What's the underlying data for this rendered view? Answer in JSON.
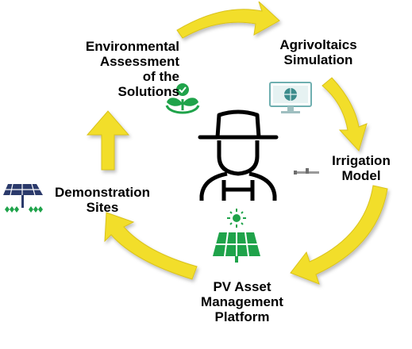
{
  "colors": {
    "arrow_fill": "#F2DE2C",
    "arrow_stroke": "#D9C21A",
    "accent_green": "#1FA34A",
    "person": "#000000",
    "panel_navy": "#2B3A6B"
  },
  "nodes": {
    "environmental": {
      "label": "Environmental\nAssessment\nof the\nSolutions",
      "icon": "eco-plant-check-icon"
    },
    "agrivoltaics": {
      "label": "Agrivoltaics\nSimulation",
      "icon": "monitor-globe-icon"
    },
    "irrigation": {
      "label": "Irrigation\nModel",
      "icon": "sprinkler-icon"
    },
    "pv_asset": {
      "label": "PV Asset\nManagement\nPlatform",
      "icon": "solar-panel-sun-icon"
    },
    "demonstration": {
      "label": "Demonstration\nSites",
      "icon": "solar-tracker-field-icon"
    }
  },
  "center": {
    "icon": "farmer-icon"
  }
}
